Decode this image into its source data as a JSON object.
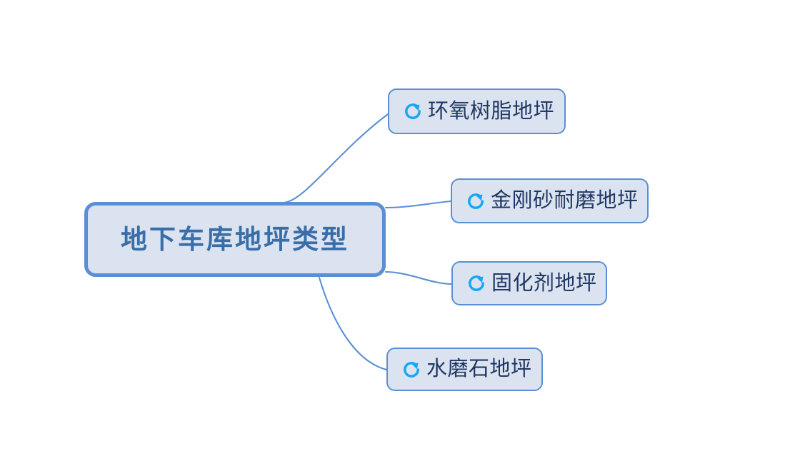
{
  "diagram": {
    "type": "mind-map",
    "title": "地下车库地坪类型",
    "colors": {
      "node_fill": "#dce3f0",
      "node_border": "#5b8fd4",
      "root_text": "#3a6ea8",
      "child_text": "#1f3864",
      "icon": "#17a6f5",
      "connector": "#5b8fd4",
      "background": "#ffffff"
    },
    "root": {
      "label": "地下车库地坪类型"
    },
    "branches": [
      {
        "label": "环氧树脂地坪",
        "icon": "refresh-icon"
      },
      {
        "label": "金刚砂耐磨地坪",
        "icon": "refresh-icon"
      },
      {
        "label": "固化剂地坪",
        "icon": "refresh-icon"
      },
      {
        "label": "水磨石地坪",
        "icon": "refresh-icon"
      }
    ]
  }
}
